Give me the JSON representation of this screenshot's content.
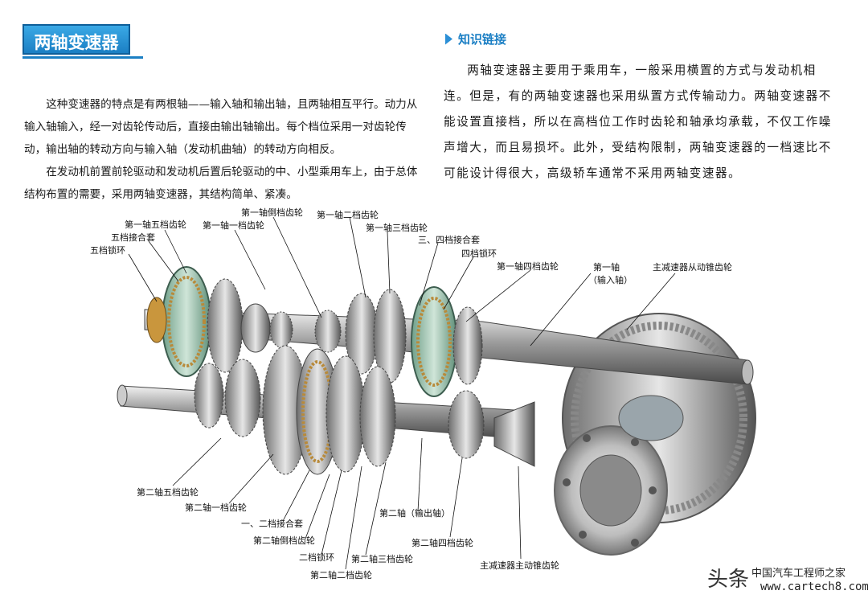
{
  "section_title": "两轴变速器",
  "left_paragraphs": [
    "这种变速器的特点是有两根轴——输入轴和输出轴，且两轴相互平行。动力从输入轴输入，经一对齿轮传动后，直接由输出轴输出。每个档位采用一对齿轮传动，输出轴的转动方向与输入轴（发动机曲轴）的转动方向相反。",
    "在发动机前置前轮驱动和发动机后置后轮驱动的中、小型乘用车上，由于总体结构布置的需要，采用两轴变速器，其结构简单、紧凑。"
  ],
  "knowledge_link": {
    "heading": "知识链接",
    "text": "两轴变速器主要用于乘用车，一般采用横置的方式与发动机相连。但是，有的两轴变速器也采用纵置方式传输动力。两轴变速器不能设置直接档，所以在高档位工作时齿轮和轴承均承载，不仅工作噪声增大，而且易损坏。此外，受结构限制，两轴变速器的一档速比不可能设计得很大，高级轿车通常不采用两轴变速器。"
  },
  "diagram_labels": {
    "shaft1_5th_gear": "第一轴五档齿轮",
    "fifth_sync_sleeve": "五档接合套",
    "fifth_sync_ring": "五档锁环",
    "shaft1_1st_gear": "第一轴一档齿轮",
    "shaft1_reverse_gear": "第一轴倒档齿轮",
    "shaft1_2nd_gear": "第一轴二档齿轮",
    "shaft1_3rd_gear": "第一轴三档齿轮",
    "sync_34_sleeve": "三、四档接合套",
    "fourth_sync_ring": "四档锁环",
    "shaft1_4th_gear": "第一轴四档齿轮",
    "shaft1_name": "第一轴",
    "shaft1_sub": "（输入轴）",
    "final_driven_gear": "主减速器从动锥齿轮",
    "shaft2_5th_gear": "第二轴五档齿轮",
    "shaft2_1st_gear": "第二轴一档齿轮",
    "sync_12_sleeve": "一、二档接合套",
    "shaft2_reverse_gear": "第二轴倒档齿轮",
    "second_sync_ring": "二档锁环",
    "shaft2_2nd_gear": "第二轴二档齿轮",
    "shaft2_3rd_gear": "第二轴三档齿轮",
    "shaft2_name": "第二轴（输出轴）",
    "shaft2_4th_gear": "第二轴四档齿轮",
    "final_drive_gear": "主减速器主动锥齿轮"
  },
  "watermark": {
    "brand": "头条",
    "site_name": "中国汽车工程师之家",
    "url": "www.cartech8.com"
  }
}
